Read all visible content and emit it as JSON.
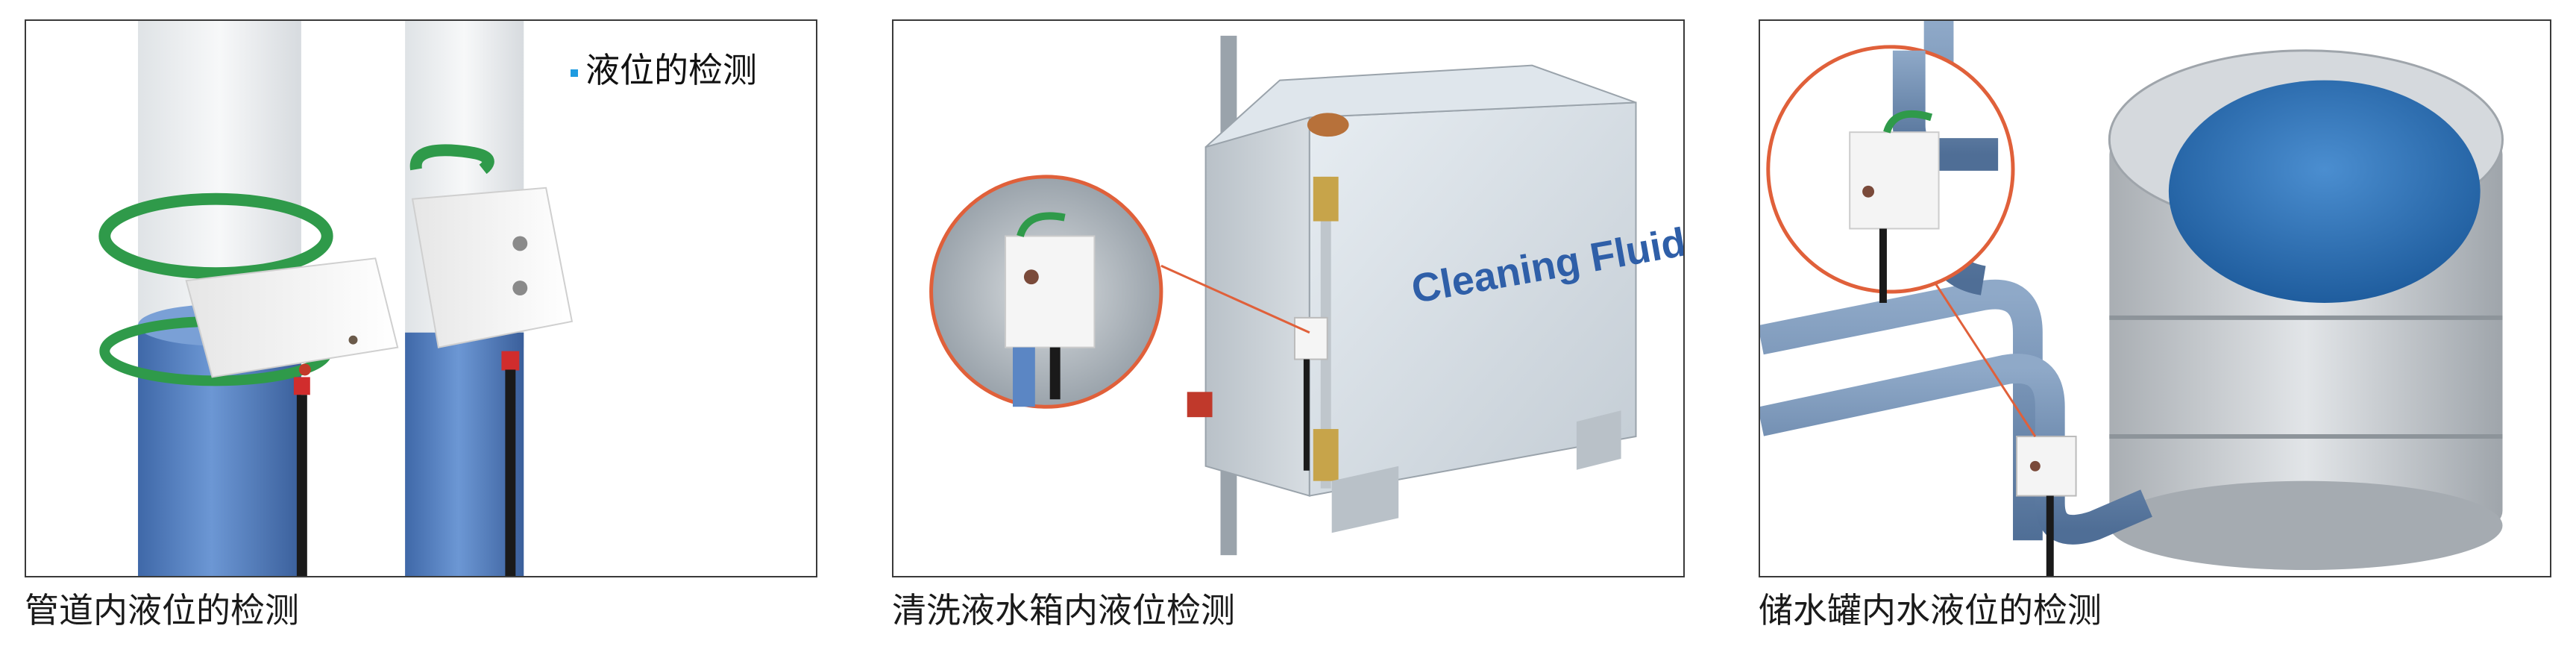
{
  "panels": [
    {
      "caption": "管道内液位的检测",
      "tagline": "液位的检测",
      "accent_color": "#1e9be0"
    },
    {
      "caption": "清洗液水箱内液位检测",
      "tank_label": "Cleaning Fluid"
    },
    {
      "caption": "储水罐内水液位的检测"
    }
  ],
  "colors": {
    "pipe_blue": "#5b86c4",
    "tank_silver": "#c9cdd2",
    "sensor_white": "#f2f2f2",
    "clamp_green": "#2f9a4a",
    "callout_orange": "#e0603a"
  },
  "icons": [
    "dot-bullet-icon"
  ]
}
